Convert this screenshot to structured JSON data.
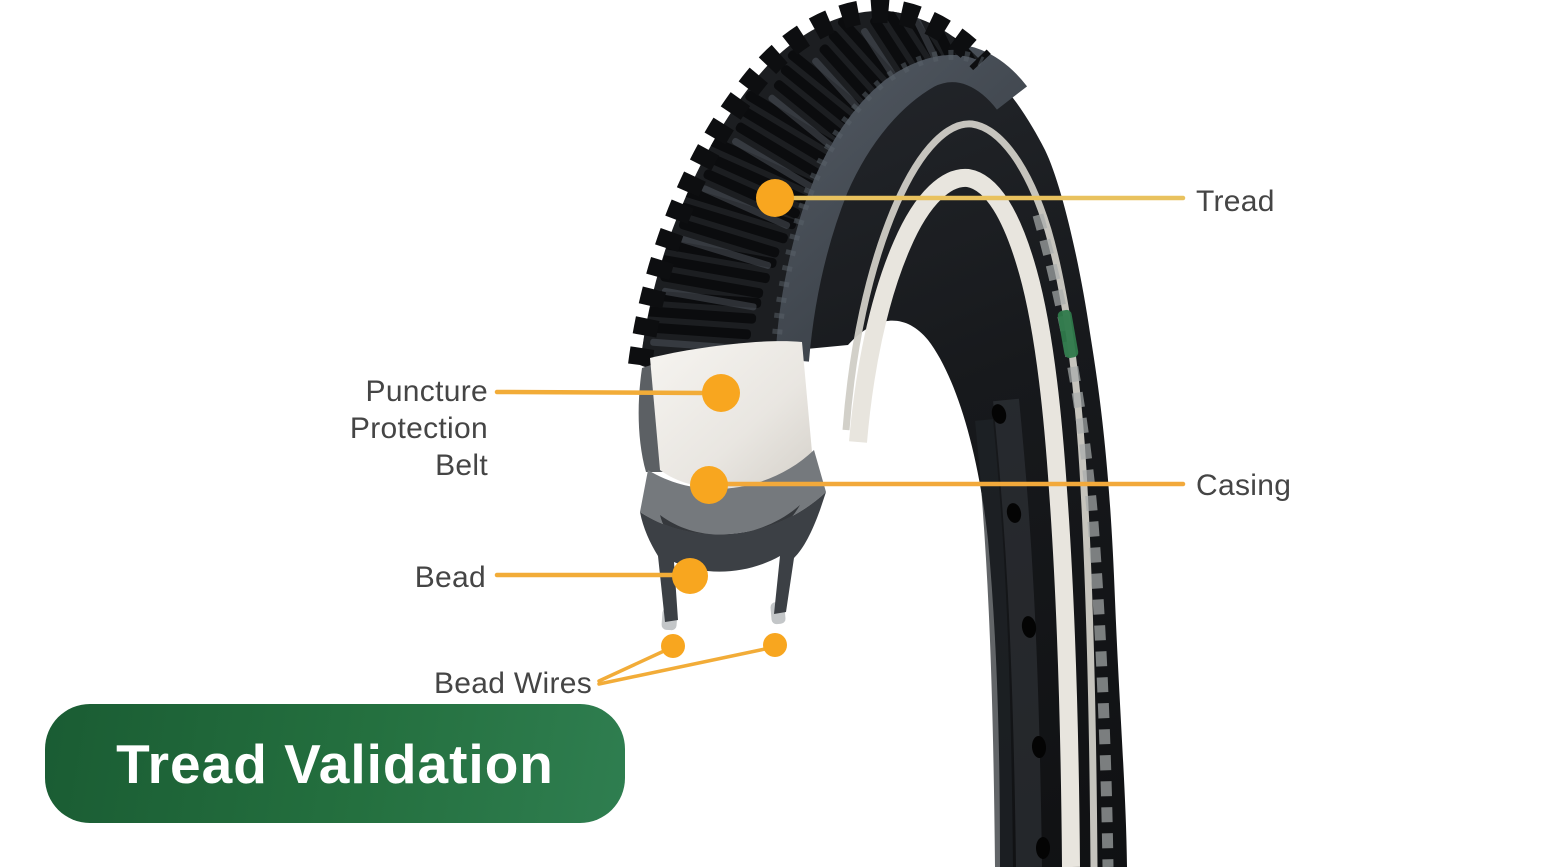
{
  "badge": {
    "label": "Tread Validation"
  },
  "diagram": {
    "subject": "Bicycle tire cutaway cross-section diagram",
    "callouts": [
      {
        "id": "tread",
        "label": "Tread"
      },
      {
        "id": "puncture-protection-belt",
        "label": "Puncture Protection Belt"
      },
      {
        "id": "casing",
        "label": "Casing"
      },
      {
        "id": "bead",
        "label": "Bead"
      },
      {
        "id": "bead-wires",
        "label": "Bead Wires"
      }
    ]
  },
  "colors": {
    "background": "#FFFFFF",
    "callout_dot": "#F8A61F",
    "leader_line": "#F2AC38",
    "leader_line_light": "#E9C25E",
    "label_text": "#454545",
    "badge_gradient_start": "#1A5C33",
    "badge_gradient_end": "#2F7E50",
    "badge_text": "#FFFFFF"
  }
}
